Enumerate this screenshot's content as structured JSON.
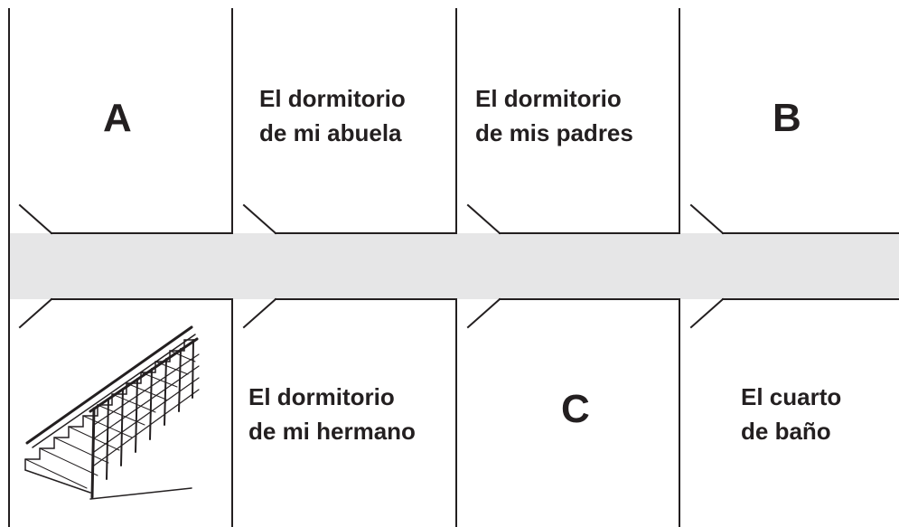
{
  "rooms": {
    "top_1": "A",
    "top_2": [
      "El dormitorio",
      "de mi abuela"
    ],
    "top_3": [
      "El dormitorio",
      "de mis padres"
    ],
    "top_4": "B",
    "bottom_1": "",
    "bottom_2": [
      "El dormitorio",
      "de mi hermano"
    ],
    "bottom_3": "C",
    "bottom_4": [
      "El cuarto",
      "de baño"
    ]
  },
  "colors": {
    "line": "#231f20",
    "corridor": "#e6e6e7",
    "background": "#ffffff"
  },
  "icons": [
    "staircase-icon"
  ]
}
